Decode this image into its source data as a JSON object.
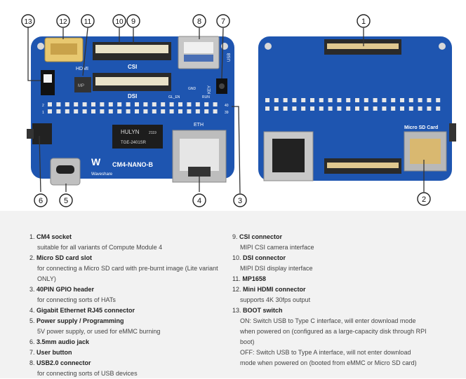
{
  "figure": {
    "callouts": [
      "1",
      "2",
      "3",
      "4",
      "5",
      "6",
      "7",
      "8",
      "9",
      "10",
      "11",
      "12",
      "13"
    ],
    "board_labels": {
      "csi": "CSI",
      "dsi": "DSI",
      "usb": "USB",
      "key": "KEY",
      "hdmi": "HDMI",
      "eth": "ETH",
      "chip_line1": "HULYN",
      "chip_line2": "2119",
      "chip_line3": "TGE-2401SR",
      "gl_en": "GL_EN",
      "gnd": "GND",
      "run": "RUN",
      "brand": "CM4-NANO-B",
      "brand_sub": "Waveshare",
      "micro_sd": "Micro SD Card",
      "pin2": "2",
      "pin1": "1",
      "pin40": "40",
      "pin39": "39"
    }
  },
  "legend": {
    "left": [
      {
        "n": "1.",
        "title": "CM4 socket",
        "desc": [
          "suitable for all variants of Compute Module 4"
        ]
      },
      {
        "n": "2.",
        "title": "Micro SD card slot",
        "desc": [
          "for connecting a Micro SD card with pre-burnt image (Lite variant",
          "ONLY)"
        ]
      },
      {
        "n": "3.",
        "title": "40PIN GPIO header",
        "desc": [
          "for connecting sorts of HATs"
        ]
      },
      {
        "n": "4.",
        "title": "Gigabit Ethernet RJ45 connector",
        "desc": []
      },
      {
        "n": "5.",
        "title": "Power supply / Programming",
        "desc": [
          "5V power supply, or used for eMMC burning"
        ]
      },
      {
        "n": "6.",
        "title": "3.5mm audio jack",
        "desc": []
      },
      {
        "n": "7.",
        "title": "User button",
        "desc": []
      },
      {
        "n": "8.",
        "title": "USB2.0 connector",
        "desc": [
          "for connecting sorts of USB devices"
        ]
      }
    ],
    "right": [
      {
        "n": "9.",
        "title": "CSI connector",
        "desc": [
          "MIPI CSI camera interface"
        ]
      },
      {
        "n": "10.",
        "title": "DSI connector",
        "desc": [
          "MIPI DSI display interface"
        ]
      },
      {
        "n": "11.",
        "title": "MP1658",
        "desc": []
      },
      {
        "n": "12.",
        "title": "Mini HDMI connector",
        "desc": [
          "supports 4K 30fps output"
        ]
      },
      {
        "n": "13.",
        "title": "BOOT switch",
        "desc": [
          "ON: Switch USB to Type C interface, will enter download mode",
          "when powered on (configured as a large-capacity disk through RPI",
          "boot)",
          "OFF: Switch USB to Type A interface, will not enter download",
          "mode when powered on (booted from eMMC or Micro SD card)"
        ]
      }
    ]
  }
}
